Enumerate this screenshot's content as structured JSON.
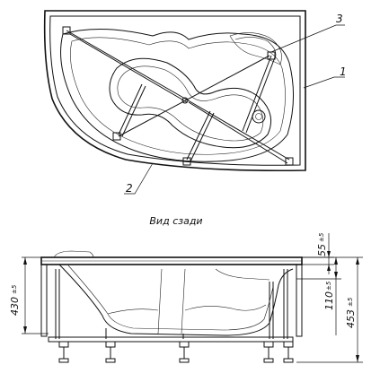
{
  "callouts": {
    "c1": "1",
    "c2": "2",
    "c3": "3"
  },
  "view_label": "Вид сзади",
  "dimensions": {
    "d430": "430",
    "d430_tol": "±5",
    "d55": "55",
    "d55_tol": "±5",
    "d110": "110",
    "d110_tol": "±5",
    "d453": "453",
    "d453_tol": "±5"
  }
}
